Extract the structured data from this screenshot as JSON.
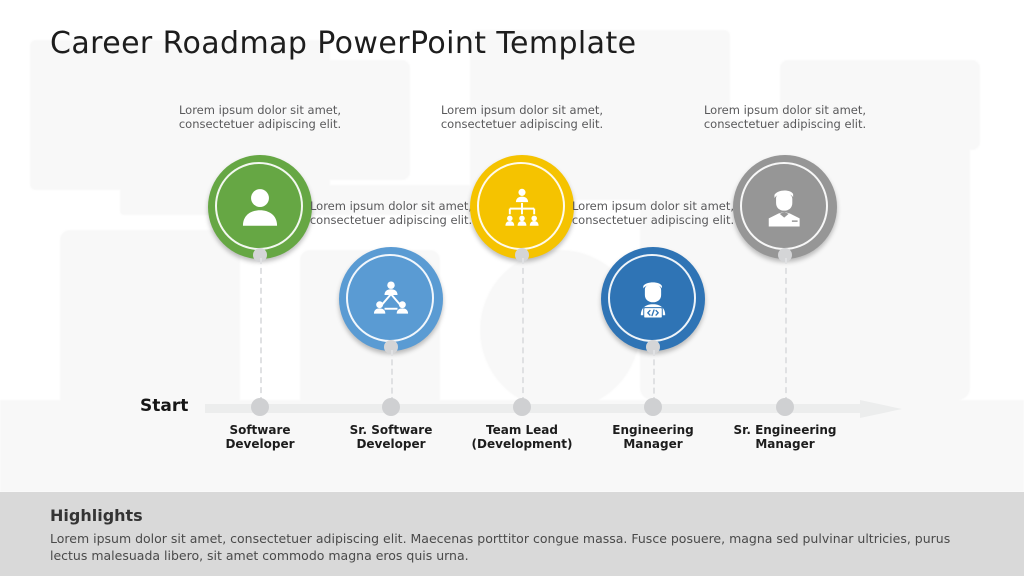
{
  "page_title": "Career Roadmap PowerPoint Template",
  "timeline": {
    "start_label": "Start",
    "axis_color": "#eceded",
    "node_color": "#cfd0d2",
    "has_arrowhead": true
  },
  "stages": [
    {
      "id": "software-developer",
      "title": "Software\nDeveloper",
      "title_line1": "Software",
      "title_line2": "Developer",
      "caption": "Lorem ipsum dolor sit amet, consectetuer adipiscing elit.",
      "position": "up",
      "color": "#66a744",
      "icon": "person-icon"
    },
    {
      "id": "sr-software-developer",
      "title_line1": "Sr. Software",
      "title_line2": "Developer",
      "caption": "Lorem ipsum dolor sit amet, consectetuer adipiscing elit.",
      "position": "down",
      "color": "#5a9bd3",
      "icon": "team-network-icon"
    },
    {
      "id": "team-lead-development",
      "title_line1": "Team Lead",
      "title_line2": "(Development)",
      "caption": "Lorem ipsum dolor sit amet, consectetuer adipiscing elit.",
      "position": "up",
      "color": "#f5c300",
      "icon": "org-chart-icon"
    },
    {
      "id": "engineering-manager",
      "title_line1": "Engineering",
      "title_line2": "Manager",
      "caption": "Lorem ipsum dolor sit amet, consectetuer adipiscing elit.",
      "position": "down",
      "color": "#2f74b5",
      "icon": "developer-coding-icon"
    },
    {
      "id": "sr-engineering-manager",
      "title_line1": "Sr. Engineering",
      "title_line2": "Manager",
      "caption": "Lorem ipsum dolor sit amet, consectetuer adipiscing elit.",
      "position": "up",
      "color": "#969696",
      "icon": "businessman-icon"
    }
  ],
  "highlights": {
    "title": "Highlights",
    "body": "Lorem ipsum dolor sit amet, consectetuer adipiscing elit. Maecenas porttitor congue massa. Fusce posuere, magna sed pulvinar ultricies, purus lectus malesuada libero, sit amet commodo magna eros quis urna.",
    "background_color": "#d9d9d9"
  }
}
